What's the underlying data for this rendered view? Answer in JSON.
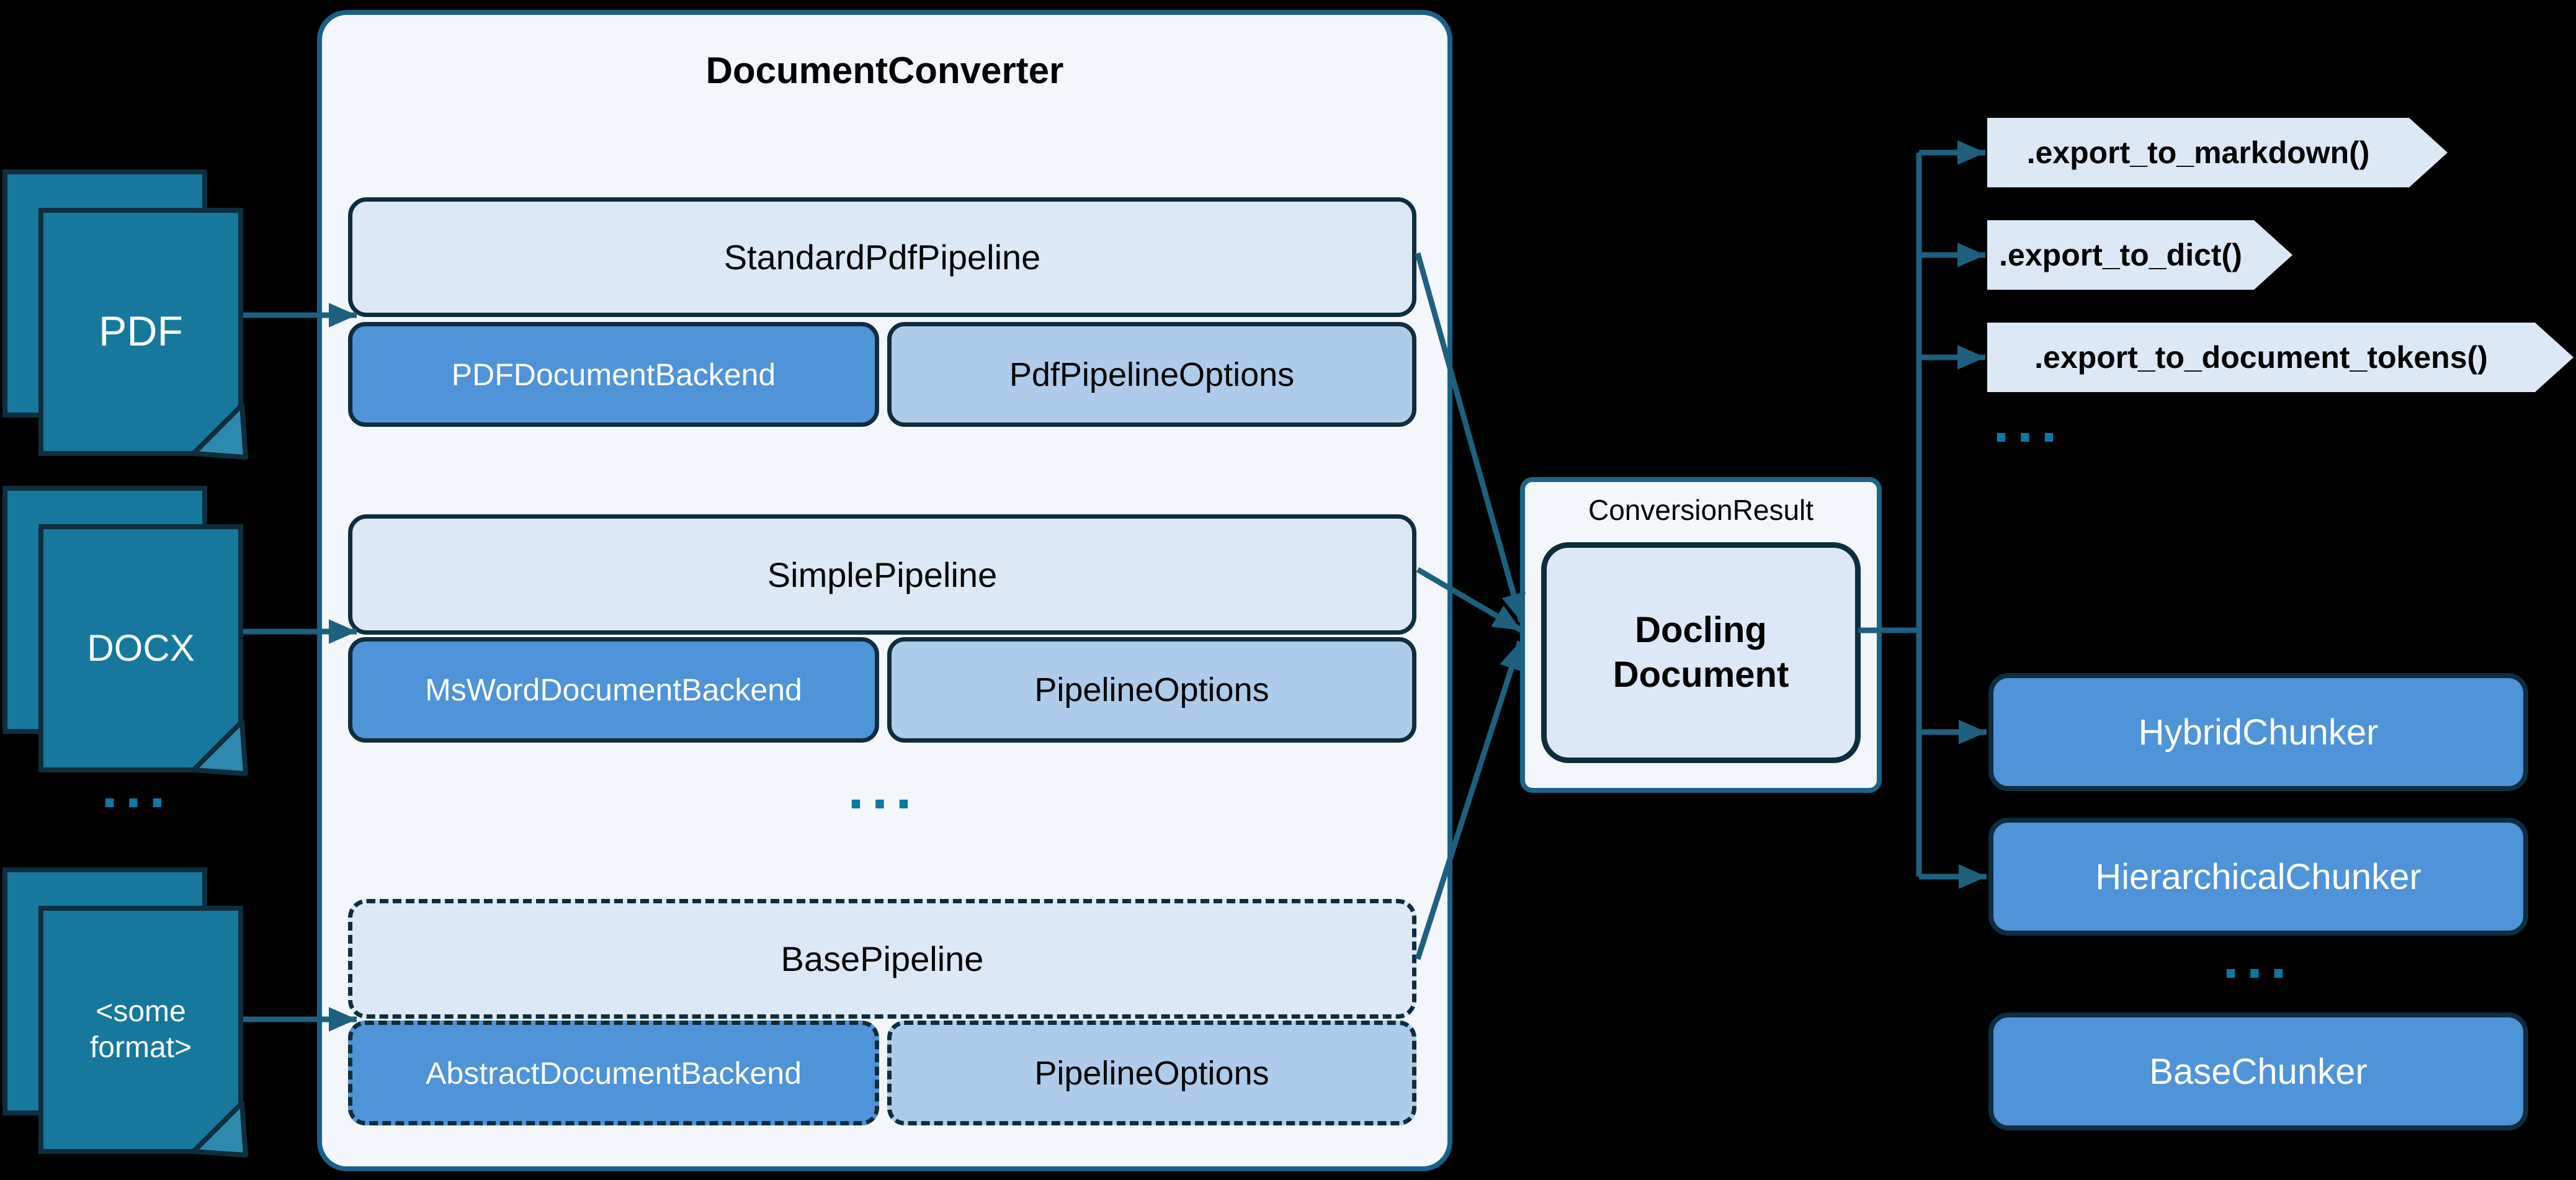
{
  "palette": {
    "bg": "#000000",
    "line": "#1d607f",
    "navy": "#0e2d3d",
    "teal_border": "#17618a",
    "result_border": "#1c6386",
    "container_fill": "#f3f7fc",
    "panel_fill": "#dce8f6",
    "panel_fill_light": "#dce8f7",
    "backend_fill": "#4f93d8",
    "options_fill": "#aecbe9",
    "page_fill": "#16789d",
    "fold_fill": "#2d89ad",
    "dots": "#0f78a0",
    "text_dark": "#000000",
    "text_light": "#ffffff"
  },
  "sources": {
    "items": [
      {
        "id": "pdf",
        "label": "PDF"
      },
      {
        "id": "docx",
        "label": "DOCX"
      },
      {
        "id": "some-format",
        "label_line1": "<some",
        "label_line2": "format>"
      }
    ],
    "ellipsis": "..."
  },
  "converter": {
    "title": "DocumentConverter",
    "pipelines": [
      {
        "name": "StandardPdfPipeline",
        "backend": "PDFDocumentBackend",
        "options": "PdfPipelineOptions",
        "dashed": false
      },
      {
        "name": "SimplePipeline",
        "backend": "MsWordDocumentBackend",
        "options": "PipelineOptions",
        "dashed": false
      },
      {
        "name": "BasePipeline",
        "backend": "AbstractDocumentBackend",
        "options": "PipelineOptions",
        "dashed": true
      }
    ],
    "ellipsis": "..."
  },
  "result": {
    "label": "ConversionResult",
    "document_line1": "Docling",
    "document_line2": "Document"
  },
  "exports": {
    "items": [
      ".export_to_markdown()",
      ".export_to_dict()",
      ".export_to_document_tokens()"
    ],
    "ellipsis": "..."
  },
  "chunkers": {
    "items": [
      "HybridChunker",
      "HierarchicalChunker"
    ],
    "base": "BaseChunker",
    "ellipsis": "..."
  }
}
